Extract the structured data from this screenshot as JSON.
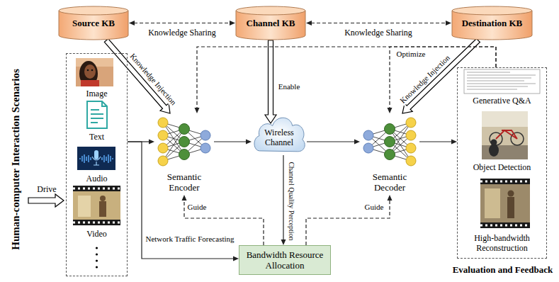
{
  "diagram": {
    "nodes": [
      {
        "text": [
          "Source KB"
        ]
      },
      {
        "text": [
          "Channel KB"
        ]
      },
      {
        "text": [
          "Destination KB"
        ]
      },
      {
        "text": [
          "Image",
          "Text",
          "Audio",
          "Video"
        ]
      },
      {
        "text": [
          "Semantic Encoder"
        ]
      },
      {
        "text": [
          "Wireless Channel"
        ]
      },
      {
        "text": [
          "Semantic Decoder"
        ]
      },
      {
        "text": [
          "Bandwidth Resource Allocation"
        ]
      },
      {
        "text": [
          "Generative Q&A",
          "Object Detection",
          "High-bandwidth Reconstruction",
          "Evaluation and Feedback"
        ]
      }
    ],
    "edges": [
      {
        "from": 0,
        "to": 1,
        "label": "Knowledge Sharing",
        "arrow": "both"
      },
      {
        "from": 1,
        "to": 2,
        "label": "Knowledge Sharing",
        "arrow": "both"
      },
      {
        "from": 0,
        "to": 4,
        "label": "Knowledge Injection",
        "arrow": "to"
      },
      {
        "from": 1,
        "to": 5,
        "label": "Enable",
        "arrow": "to"
      },
      {
        "from": 2,
        "to": 6,
        "label": "Knowledge Injection",
        "arrow": "to"
      },
      {
        "from": 8,
        "to": 4,
        "arrow": "to"
      },
      {
        "from": 8,
        "to": 6,
        "label": "Optimize",
        "arrow": "to"
      },
      {
        "from": 3,
        "to": 4,
        "arrow": "to"
      },
      {
        "from": 4,
        "to": 5,
        "arrow": "to"
      },
      {
        "from": 5,
        "to": 6,
        "arrow": "to"
      },
      {
        "from": 6,
        "to": 8,
        "arrow": "to"
      },
      {
        "from": 3,
        "to": 7,
        "label": "Network Traffic Forecasting",
        "arrow": "to"
      },
      {
        "from": 5,
        "to": 7,
        "label": "Channel Quality Perception",
        "arrow": "to"
      },
      {
        "from": 7,
        "to": 4,
        "label": "Guide",
        "arrow": "to"
      },
      {
        "from": 7,
        "to": 6,
        "label": "Guide",
        "arrow": "to"
      }
    ],
    "labels": [
      "Human-computer Interaction Scenarios",
      "Drive"
    ]
  }
}
